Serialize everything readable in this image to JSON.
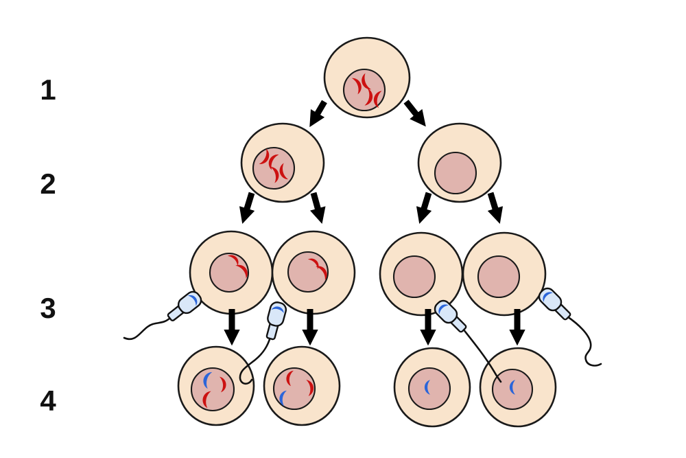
{
  "row_labels": [
    "1",
    "2",
    "3",
    "4"
  ],
  "colors": {
    "background": "#ffffff",
    "cytoplasm": "#f9e4cc",
    "nucleus": "#e0b4ae",
    "cell_outline": "#1a1a1a",
    "chromosome_red": "#cc1111",
    "chromosome_blue": "#2b65d9",
    "sperm_body": "#d9e7f8",
    "sperm_outline": "#111111",
    "arrow": "#000000",
    "label_text": "#111111"
  },
  "content": {
    "description_from_pixels": "Four numbered rows of dividing egg cells; top cell with two red X-shaped duplicated chromosomes divides twice (left lineage keeps red chromosomes, right lineage has empty nuclei); four sperm cells with blue crescent nuclei fertilize the four bottom cells",
    "rows": [
      {
        "label": "1",
        "cells": [
          {
            "chromosomes": [
              "red-x",
              "red-x"
            ]
          }
        ]
      },
      {
        "label": "2",
        "cells": [
          {
            "chromosomes": [
              "red-x",
              "red-x"
            ]
          },
          {
            "chromosomes": []
          }
        ]
      },
      {
        "label": "3",
        "cells": [
          {
            "chromosomes": [
              "red-crescent",
              "red-crescent"
            ]
          },
          {
            "chromosomes": [
              "red-crescent",
              "red-crescent"
            ]
          },
          {
            "chromosomes": []
          },
          {
            "chromosomes": []
          }
        ]
      },
      {
        "label": "4",
        "cells": [
          {
            "chromosomes": [
              "blue-crescent",
              "red-crescent",
              "red-crescent"
            ]
          },
          {
            "chromosomes": [
              "red-crescent",
              "red-crescent",
              "blue-crescent"
            ]
          },
          {
            "chromosomes": [
              "blue-crescent"
            ]
          },
          {
            "chromosomes": [
              "blue-crescent"
            ]
          }
        ]
      }
    ],
    "sperm_count": 4
  }
}
